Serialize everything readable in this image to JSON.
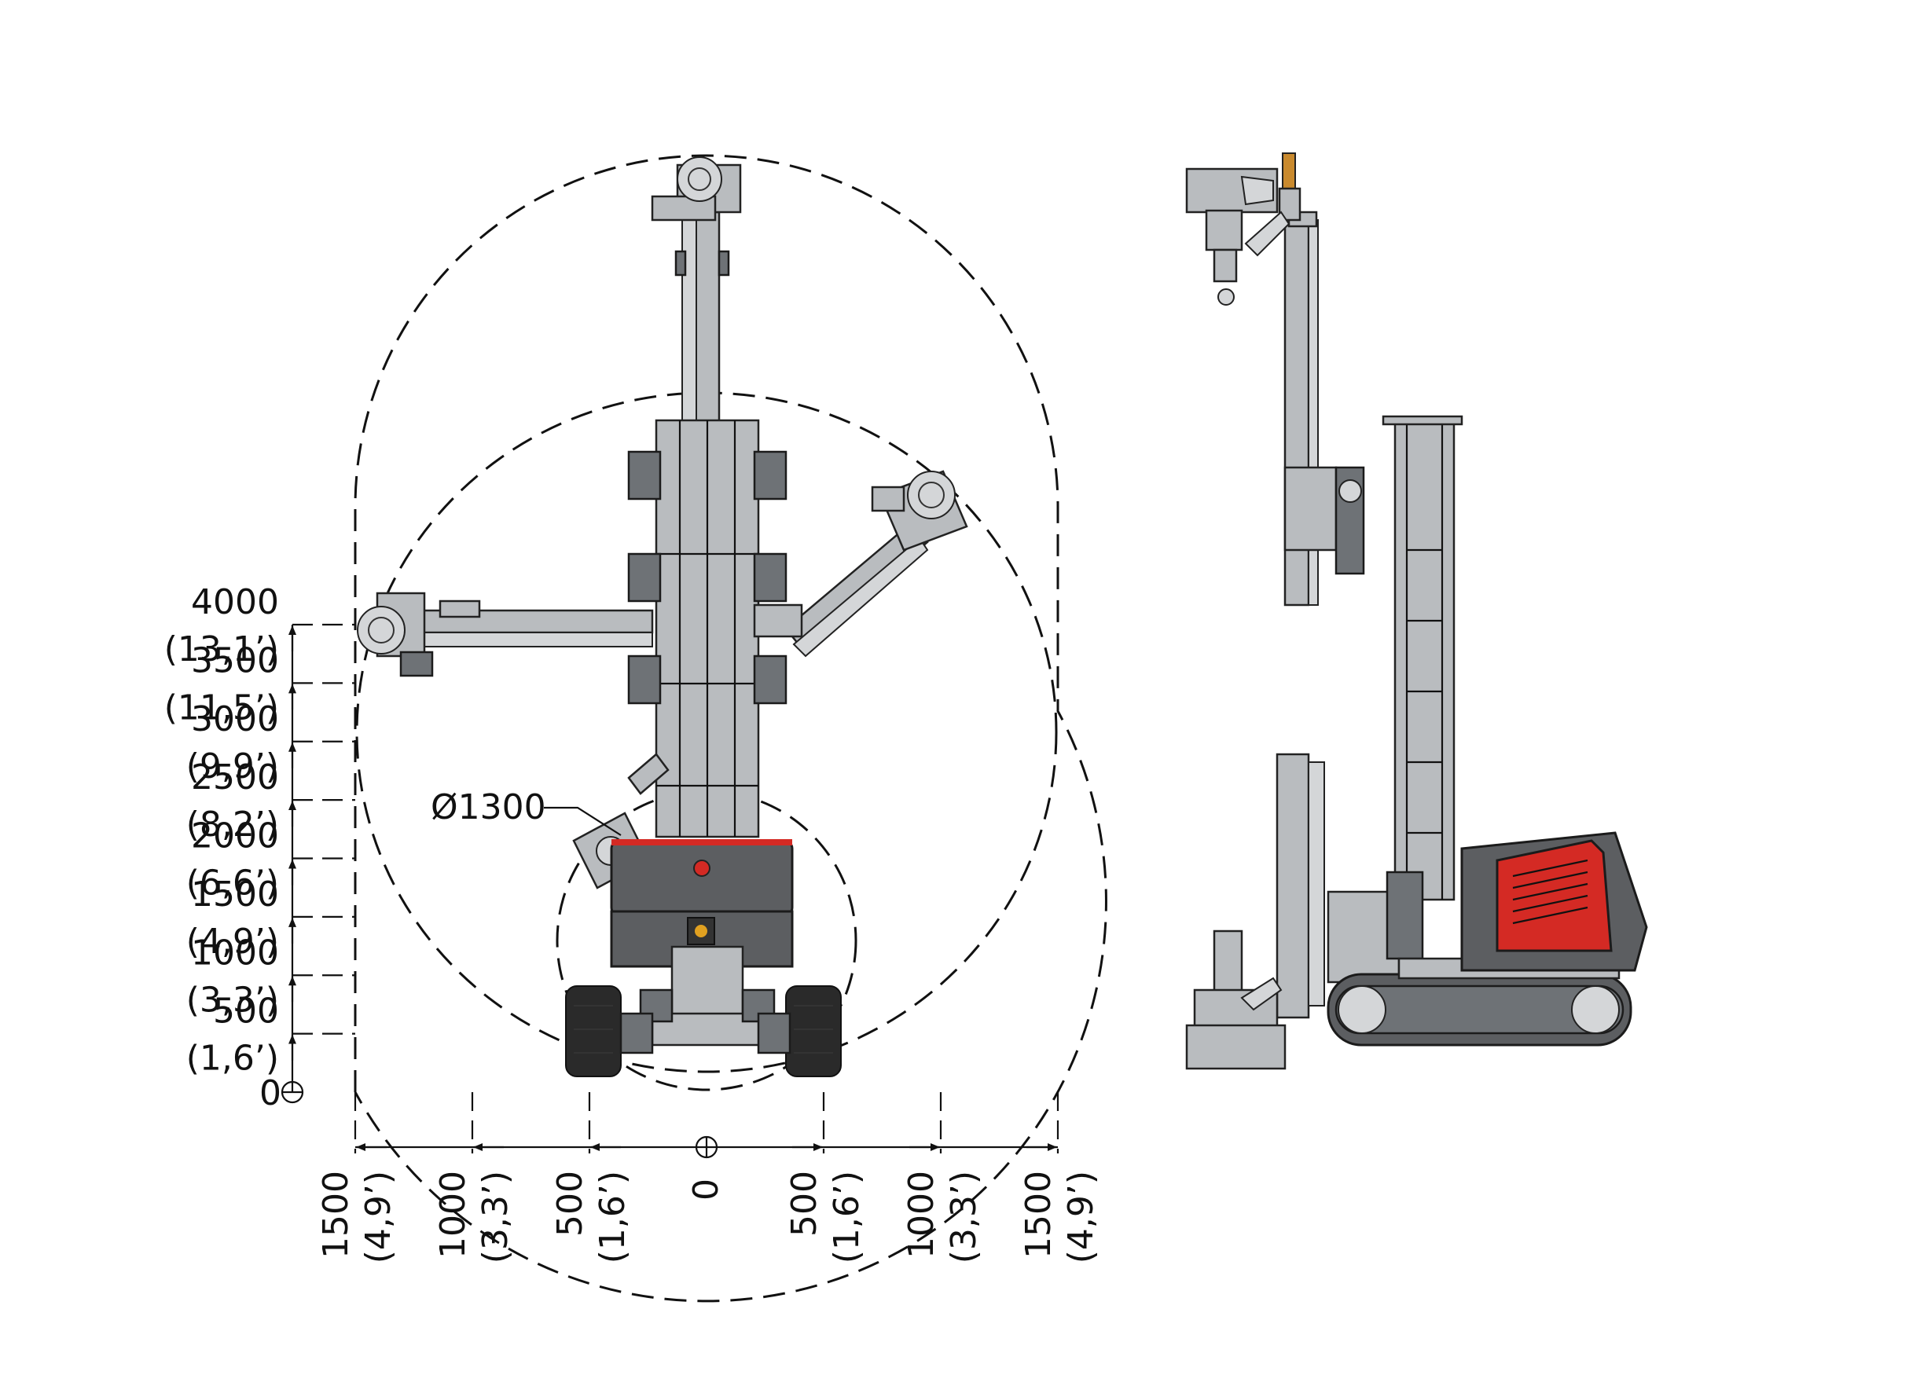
{
  "vertical_scale": {
    "ticks": [
      {
        "value": "4000",
        "imperial": "(13,1’)",
        "mm": 4000
      },
      {
        "value": "3500",
        "imperial": "(11,5’)",
        "mm": 3500
      },
      {
        "value": "3000",
        "imperial": "(9,9’)",
        "mm": 3000
      },
      {
        "value": "2500",
        "imperial": "(8,2’)",
        "mm": 2500
      },
      {
        "value": "2000",
        "imperial": "(6,6’)",
        "mm": 2000
      },
      {
        "value": "1500",
        "imperial": "(4,9’)",
        "mm": 1500
      },
      {
        "value": "1000",
        "imperial": "(3,3’)",
        "mm": 1000
      },
      {
        "value": "500",
        "imperial": "(1,6’)",
        "mm": 500
      }
    ],
    "origin": "0"
  },
  "horizontal_scale": {
    "ticks": [
      {
        "value": "1500",
        "imperial": "(4,9’)",
        "mm": -1500
      },
      {
        "value": "1000",
        "imperial": "(3,3’)",
        "mm": -1000
      },
      {
        "value": "500",
        "imperial": "(1,6’)",
        "mm": -500
      },
      {
        "value": "500",
        "imperial": "(1,6’)",
        "mm": 500
      },
      {
        "value": "1000",
        "imperial": "(3,3’)",
        "mm": 1000
      },
      {
        "value": "1500",
        "imperial": "(4,9’)",
        "mm": 1500
      }
    ],
    "origin": "0"
  },
  "annotations": {
    "diameter": "Ø1300"
  },
  "colors": {
    "line": "#111111",
    "metal": "#b9bcbf",
    "dark_body": "#5c5e61",
    "red_cover": "#d42a24"
  }
}
